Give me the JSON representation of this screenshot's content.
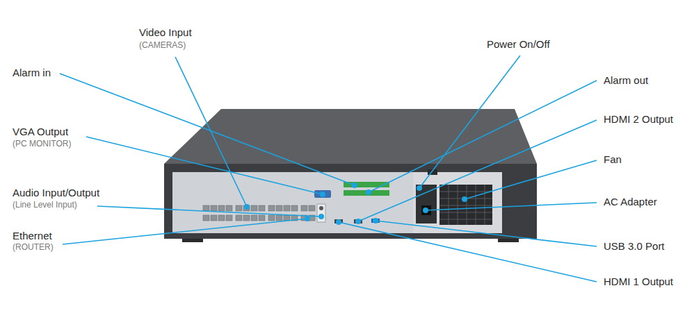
{
  "diagram": {
    "labels": [
      "Video Input",
      "(CAMERAS)",
      "Alarm in",
      "VGA Output",
      "(PC MONITOR)",
      "Audio Input/Output",
      "(Line Level Input)",
      "Ethernet",
      "(ROUTER)",
      "Power On/Off",
      "Alarm out",
      "HDMI 2 Output",
      "Fan",
      "AC Adapter",
      "USB 3.0 Port",
      "HDMI 1 Output"
    ]
  }
}
